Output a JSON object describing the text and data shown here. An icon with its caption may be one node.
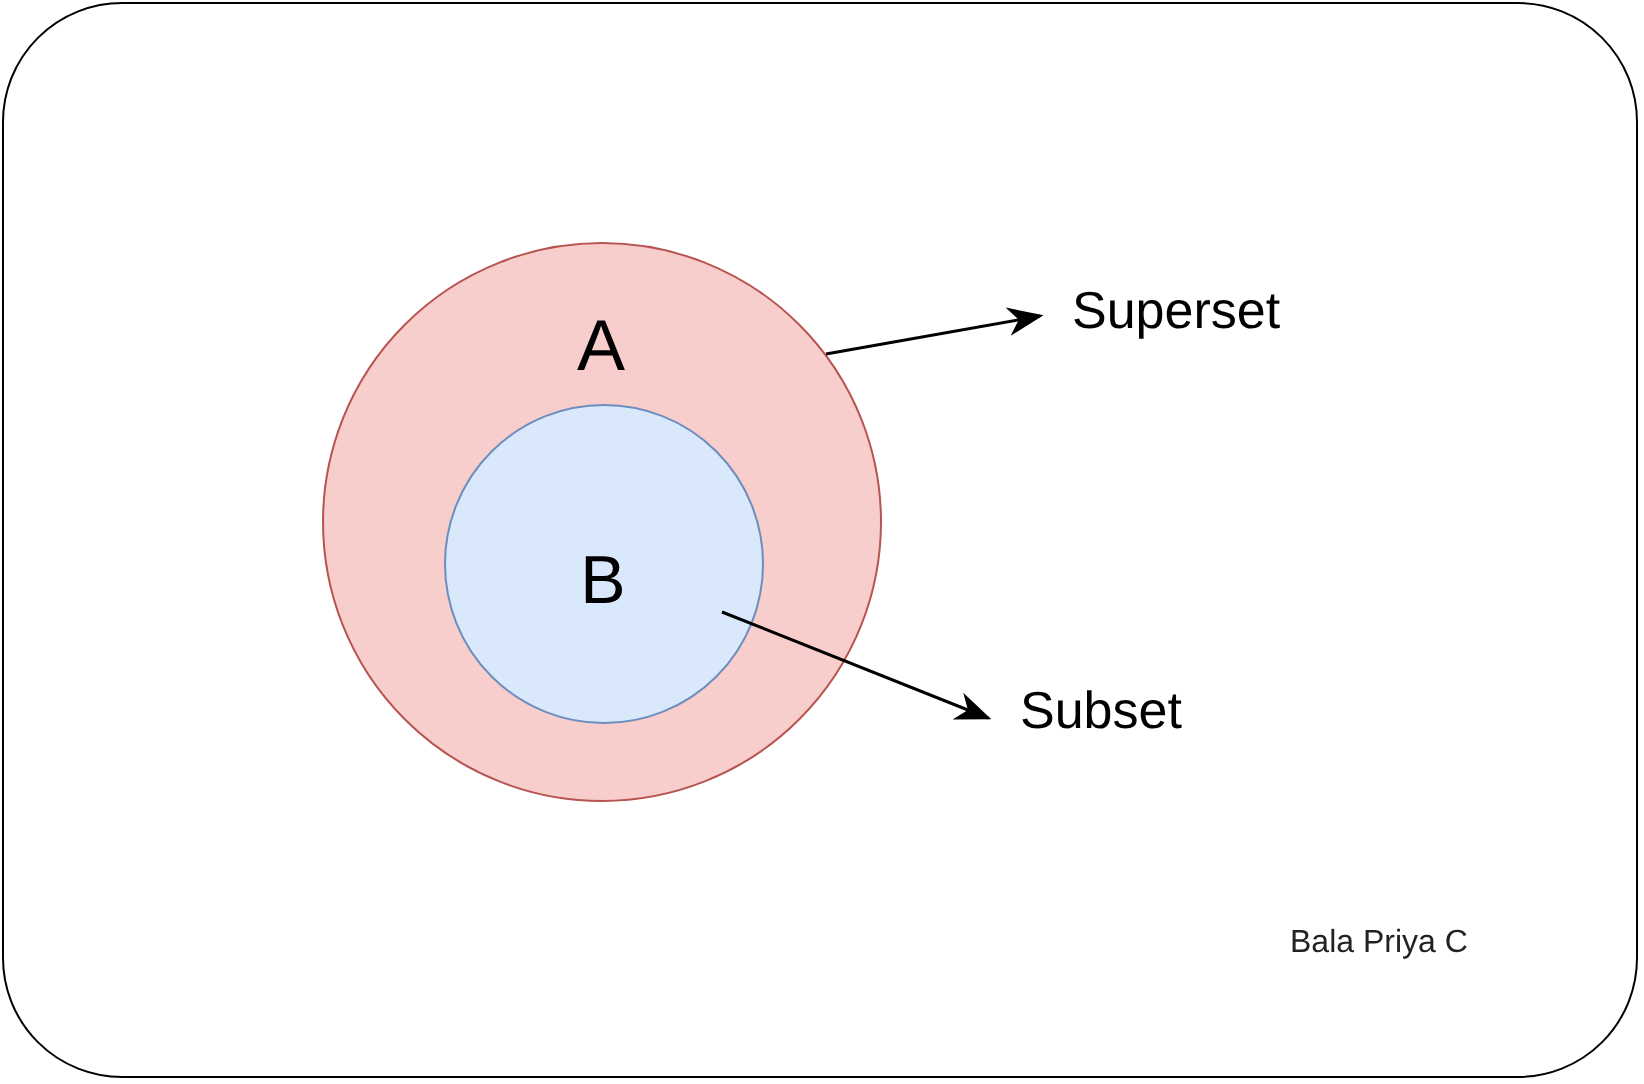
{
  "diagram": {
    "nodes": [
      {
        "text": [
          "A"
        ]
      },
      {
        "text": [
          "B"
        ],
        "in": 0
      },
      {
        "text": [
          "Superset"
        ]
      },
      {
        "text": [
          "Subset"
        ]
      }
    ],
    "edges": [
      {
        "from": 0,
        "to": 2,
        "arrow": "to"
      },
      {
        "from": 1,
        "to": 3,
        "arrow": "to"
      }
    ],
    "labels": [
      "Bala Priya C"
    ]
  }
}
